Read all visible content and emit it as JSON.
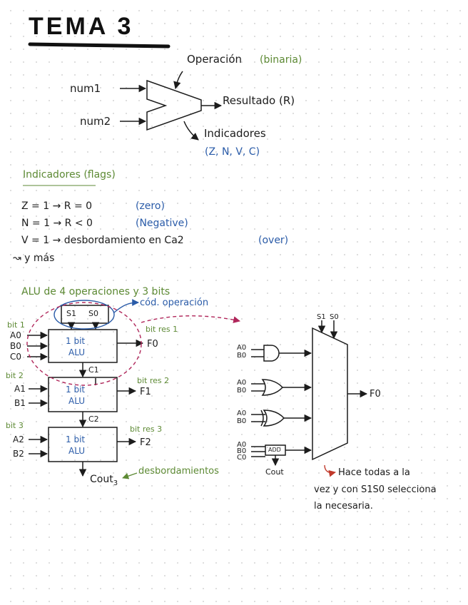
{
  "title": "TEMA 3",
  "alu_basic": {
    "op_label": "Operación",
    "op_note": "(binaria)",
    "in1": "num1",
    "in2": "num2",
    "result": "Resultado (R)",
    "flags_label": "Indicadores",
    "flags_list": "(Z, N, V, C)"
  },
  "flags_section": {
    "heading": "Indicadores (flags)",
    "lines": [
      {
        "eq": "Z = 1  →  R = 0",
        "note": "(zero)"
      },
      {
        "eq": "N = 1  →  R < 0",
        "note": "(Negative)"
      },
      {
        "eq": "V = 1  →  desbordamiento en Ca2",
        "note": "(over)"
      }
    ],
    "more": "↝ y más"
  },
  "alu4": {
    "heading": "ALU de 4 operaciones y 3 bits",
    "op_note": "cód. operación",
    "s1": "S1",
    "s0": "S0",
    "block_label_1": "1 bit",
    "block_label_2": "ALU",
    "bit_tags": [
      "bit 1",
      "bit 2",
      "bit 3"
    ],
    "inputs": [
      [
        "A0",
        "B0",
        "C0"
      ],
      [
        "A1",
        "B1"
      ],
      [
        "A2",
        "B2"
      ]
    ],
    "carries": [
      "C1",
      "C2"
    ],
    "res_tags": [
      "bit res 1",
      "bit res 2",
      "bit res 3"
    ],
    "outputs": [
      "F0",
      "F1",
      "F2"
    ],
    "cout": "Cout",
    "cout_sub": "3",
    "overflow": "desbordamientos"
  },
  "mux": {
    "s1": "S1",
    "s0": "S0",
    "gate_inputs": [
      [
        "A0",
        "B0"
      ],
      [
        "A0",
        "B0"
      ],
      [
        "A0",
        "B0"
      ],
      [
        "A0",
        "B0",
        "C0"
      ]
    ],
    "add_label": "ADD",
    "cout": "Cout",
    "output": "F0",
    "note": [
      "Hace todas a la",
      "vez y con S1S0 selecciona",
      "la necesaria."
    ]
  }
}
